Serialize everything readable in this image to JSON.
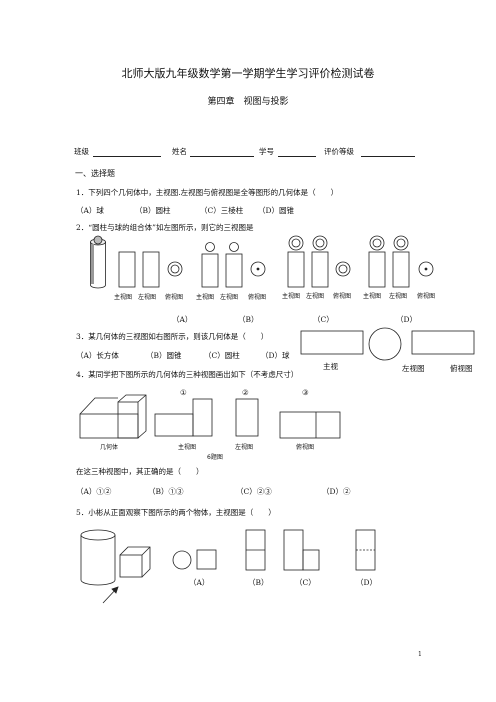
{
  "title": "北师大版九年级数学第一学期学生学习评价检测试卷",
  "subtitle": "第四章　视图与投影",
  "header": {
    "class_label": "班级",
    "name_label": "姓名",
    "id_label": "学号",
    "grade_label": "评价等级"
  },
  "section1": "一、选择题",
  "q1": {
    "stem": "1．下列四个几何体中，主视图.左视图与俯视图是全等图形的几何体是（　　）",
    "options": [
      "（A）球",
      "（B）圆柱",
      "（C）三棱柱",
      "（D）圆锥"
    ]
  },
  "q2": {
    "stem": "2．“圆柱与球的组合体”如左图所示，则它的三视图是",
    "group_labels": [
      "主视图",
      "左视图",
      "俯视图"
    ],
    "options": [
      "（A）",
      "（B）",
      "（C）",
      "（D）"
    ]
  },
  "q3": {
    "stem": "3．某几何体的三视图如右图所示，则该几何体是（　　）",
    "options": [
      "（A）长方体",
      "（B）圆锥",
      "（C）圆柱",
      "（D）球"
    ],
    "view_labels": [
      "主视",
      "左视图",
      "俯视图"
    ]
  },
  "q4": {
    "stem": "4．某同学把下图所示的几何体的三种视图画出如下（不考虑尺寸）",
    "circled": [
      "①",
      "②",
      "③"
    ],
    "figure_labels": [
      "几何体",
      "主视图",
      "左视图",
      "俯视图"
    ],
    "fig_caption": "6题图",
    "follow": "在这三种视图中，其正确的是（　　）",
    "options": [
      "（A）①②",
      "（B）①③",
      "（C）②③",
      "（D）②"
    ]
  },
  "q5": {
    "stem": "5．小彬从正面观察下图所示的两个物体，主视图是（　　）",
    "options": [
      "（A）",
      "（B）",
      "（C）",
      "（D）"
    ]
  },
  "page_number": "1"
}
